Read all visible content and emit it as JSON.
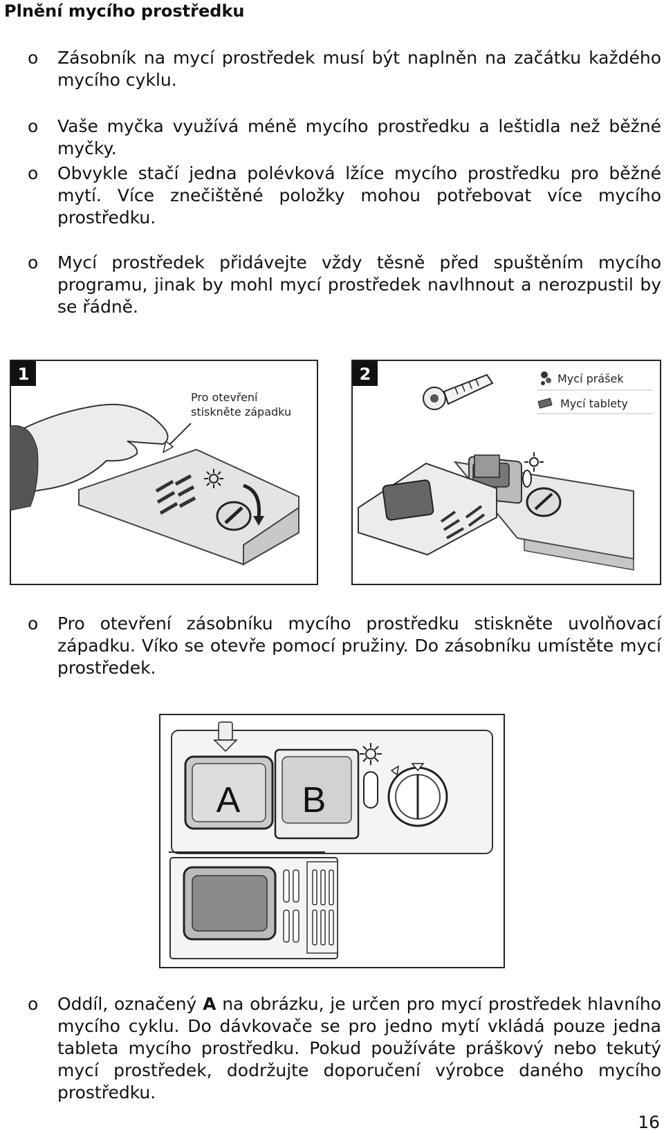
{
  "heading": "Plnění mycího prostředku",
  "bullet_marker": "o",
  "bullets": [
    "Zásobník na mycí prostředek musí být naplněn na začátku každého mycího cyklu.",
    "Vaše myčka využívá méně mycího prostředku a leštidla než běžné myčky.",
    "Obvykle stačí jedna polévková lžíce mycího prostředku pro běžné mytí. Více znečištěné položky mohou potřebovat více mycího prostředku.",
    "Mycí prostředek přidávejte vždy těsně před spuštěním mycího programu, jinak by mohl mycí prostředek navlhnout a nerozpustil by se řádně.",
    "Pro otevření zásobníku mycího prostředku stiskněte uvolňovací západku. Víko se otevře pomocí pružiny. Do zásobníku umístěte mycí prostředek."
  ],
  "last_bullet": {
    "before": "Oddíl, označený ",
    "bold": "A",
    "after": " na obrázku, je určen pro mycí prostředek hlavního mycího cyklu. Do dávkovače se pro jedno mytí vkládá pouze jedna tableta mycího prostředku. Pokud používáte práškový nebo tekutý mycí prostředek, dodržujte doporučení výrobce daného mycího prostředku."
  },
  "figure1": {
    "number": "1",
    "callout_line1": "Pro otevření",
    "callout_line2": "stiskněte západku"
  },
  "figure2": {
    "number": "2",
    "legend_powder": "Mycí prášek",
    "legend_tablets": "Mycí tablety"
  },
  "figure3": {
    "label_a": "A",
    "label_b": "B"
  },
  "page_number": "16"
}
